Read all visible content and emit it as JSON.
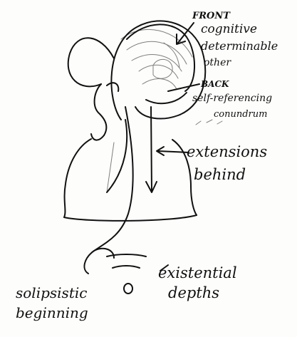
{
  "labels": {
    "front_heading": "FRONT",
    "front_line1": "cognitive",
    "front_line2": "determinable",
    "front_line3": "other",
    "back_heading": "BACK",
    "back_line1": "self-referencing",
    "back_line2": "conundrum",
    "extensions_line1": "extensions",
    "extensions_line2": "behind",
    "solipsistic_line1": "solipsistic",
    "solipsistic_line2": "beginning",
    "existential_line1": "existential",
    "existential_line2": "depths"
  },
  "colors": {
    "ink": "#111111",
    "pencil": "#555555",
    "paper": "#fdfdfb"
  }
}
